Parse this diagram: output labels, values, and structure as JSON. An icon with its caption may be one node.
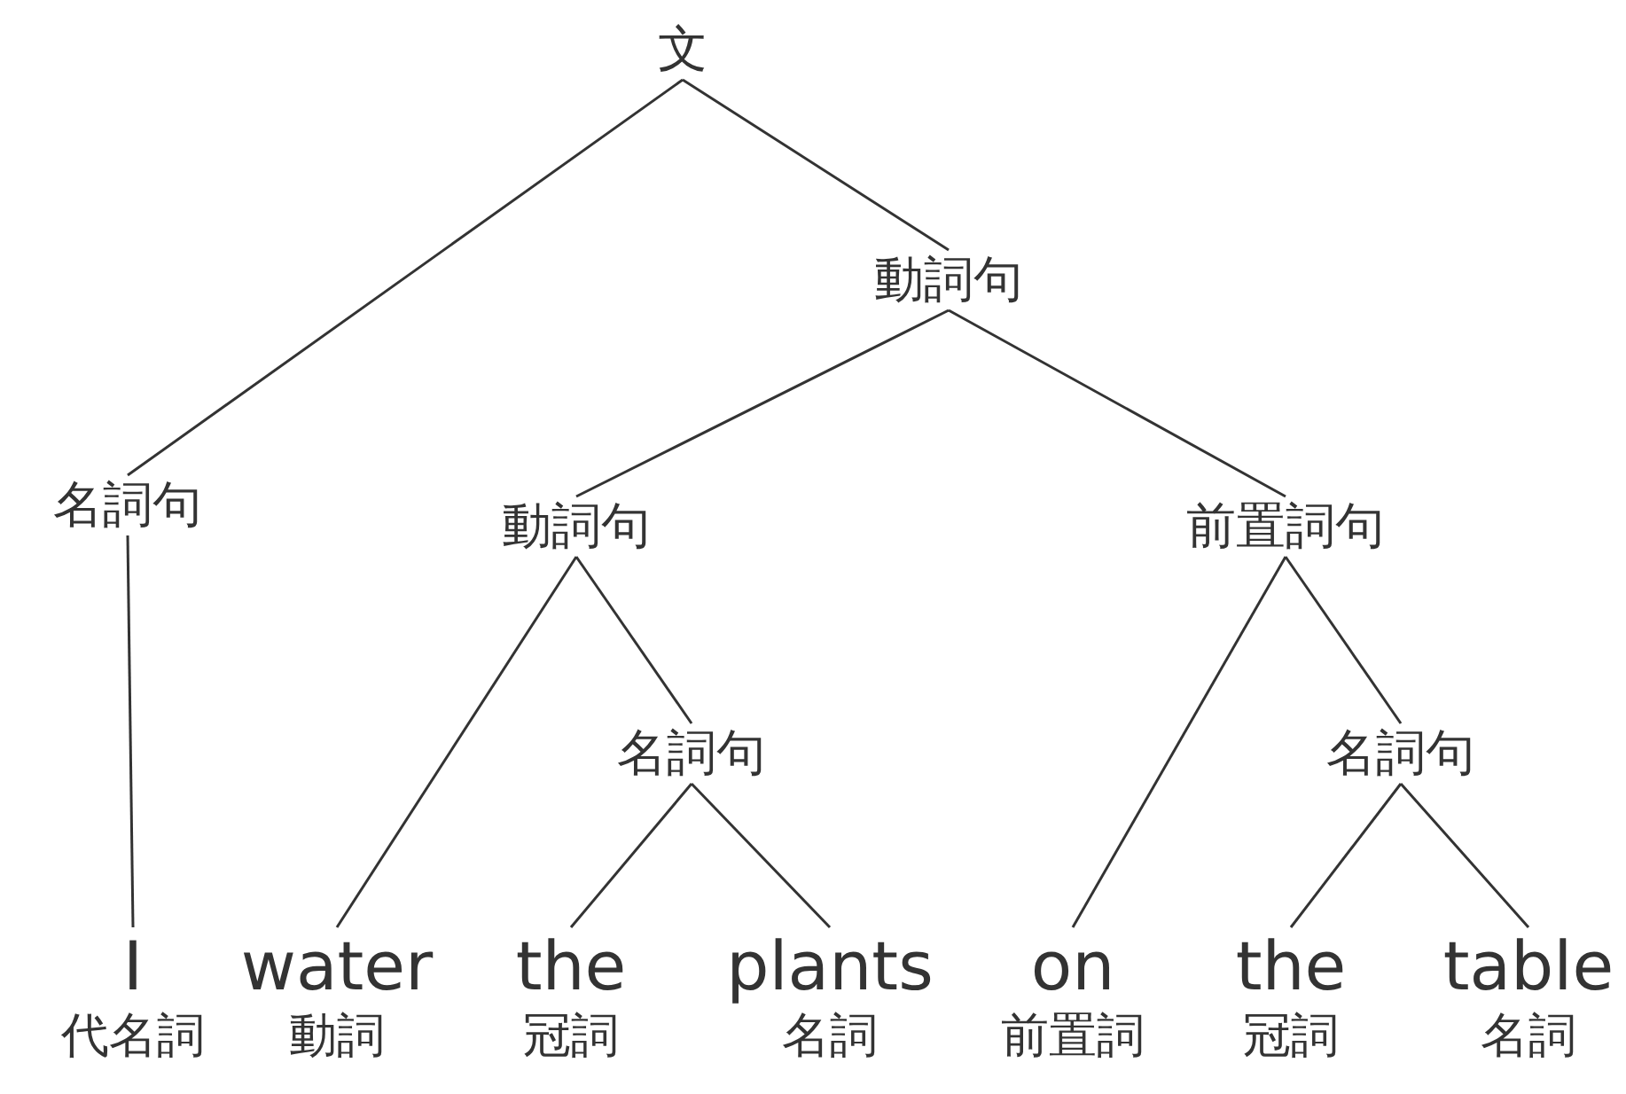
{
  "diagram": {
    "nodes": [
      {
        "text": [
          "文"
        ]
      },
      {
        "text": [
          "動詞句"
        ]
      },
      {
        "text": [
          "名詞句"
        ]
      },
      {
        "text": [
          "動詞句"
        ]
      },
      {
        "text": [
          "前置詞句"
        ]
      },
      {
        "text": [
          "名詞句"
        ]
      },
      {
        "text": [
          "名詞句"
        ]
      },
      {
        "text": [
          "I"
        ],
        "beside": [
          "代名詞"
        ]
      },
      {
        "text": [
          "water"
        ],
        "beside": [
          "動詞"
        ]
      },
      {
        "text": [
          "the"
        ],
        "beside": [
          "冠詞"
        ]
      },
      {
        "text": [
          "plants"
        ],
        "beside": [
          "名詞"
        ]
      },
      {
        "text": [
          "on"
        ],
        "beside": [
          "前置詞"
        ]
      },
      {
        "text": [
          "the"
        ],
        "beside": [
          "冠詞"
        ]
      },
      {
        "text": [
          "table"
        ],
        "beside": [
          "名詞"
        ]
      }
    ],
    "edges": [
      {
        "from": 0,
        "to": 2,
        "arrow": "none"
      },
      {
        "from": 0,
        "to": 1,
        "arrow": "none"
      },
      {
        "from": 1,
        "to": 3,
        "arrow": "none"
      },
      {
        "from": 1,
        "to": 4,
        "arrow": "none"
      },
      {
        "from": 2,
        "to": 7,
        "arrow": "none"
      },
      {
        "from": 3,
        "to": 8,
        "arrow": "none"
      },
      {
        "from": 3,
        "to": 5,
        "arrow": "none"
      },
      {
        "from": 5,
        "to": 9,
        "arrow": "none"
      },
      {
        "from": 5,
        "to": 10,
        "arrow": "none"
      },
      {
        "from": 4,
        "to": 11,
        "arrow": "none"
      },
      {
        "from": 4,
        "to": 6,
        "arrow": "none"
      },
      {
        "from": 6,
        "to": 12,
        "arrow": "none"
      },
      {
        "from": 6,
        "to": 13,
        "arrow": "none"
      }
    ]
  }
}
